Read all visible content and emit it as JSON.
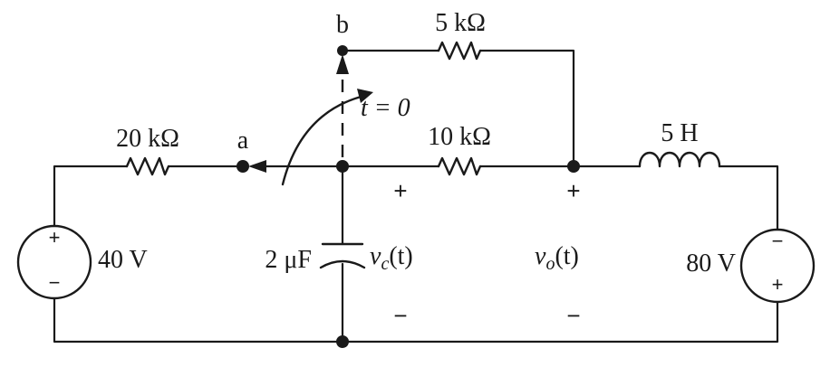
{
  "labels": {
    "node_b": "b",
    "node_a": "a",
    "r_5k": "5 kΩ",
    "r_20k": "20 kΩ",
    "r_10k": "10 kΩ",
    "inductor": "5 H",
    "switch_time": "t = 0",
    "source_left": "40 V",
    "source_right": "80 V",
    "capacitor": "2 μF",
    "vc_var": "v",
    "vc_sub": "c",
    "vc_arg": "(t)",
    "vo_var": "v",
    "vo_sub": "o",
    "vo_arg": "(t)",
    "plus": "+",
    "minus": "−"
  },
  "colors": {
    "ink": "#1a1a1a",
    "background": "#ffffff"
  }
}
